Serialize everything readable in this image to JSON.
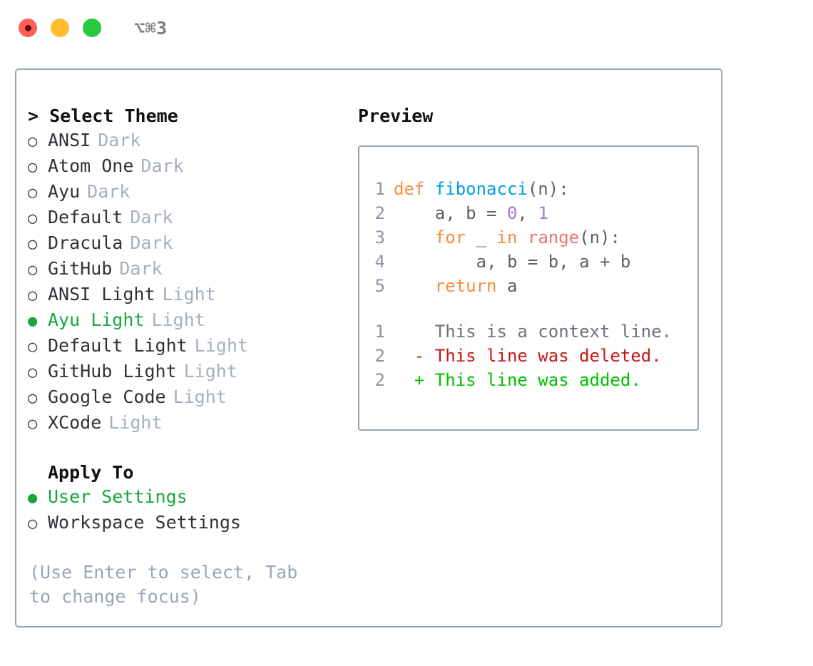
{
  "titlebar": {
    "shortcut": "⌥⌘3",
    "buttons": [
      {
        "name": "close",
        "color": "#ff5f57"
      },
      {
        "name": "minimize",
        "color": "#ffbd2e"
      },
      {
        "name": "zoom",
        "color": "#28c840"
      }
    ]
  },
  "theme_section": {
    "title": "> Select Theme",
    "items": [
      {
        "marker": "○",
        "label": "ANSI",
        "suffix": "Dark",
        "selected": false
      },
      {
        "marker": "○",
        "label": "Atom One",
        "suffix": "Dark",
        "selected": false
      },
      {
        "marker": "○",
        "label": "Ayu",
        "suffix": "Dark",
        "selected": false
      },
      {
        "marker": "○",
        "label": "Default",
        "suffix": "Dark",
        "selected": false
      },
      {
        "marker": "○",
        "label": "Dracula",
        "suffix": "Dark",
        "selected": false
      },
      {
        "marker": "○",
        "label": "GitHub",
        "suffix": "Dark",
        "selected": false
      },
      {
        "marker": "○",
        "label": "ANSI Light",
        "suffix": "Light",
        "selected": false
      },
      {
        "marker": "●",
        "label": "Ayu Light",
        "suffix": "Light",
        "selected": true
      },
      {
        "marker": "○",
        "label": "Default Light",
        "suffix": "Light",
        "selected": false
      },
      {
        "marker": "○",
        "label": "GitHub Light",
        "suffix": "Light",
        "selected": false
      },
      {
        "marker": "○",
        "label": "Google Code",
        "suffix": "Light",
        "selected": false
      },
      {
        "marker": "○",
        "label": "XCode",
        "suffix": "Light",
        "selected": false
      }
    ]
  },
  "apply_section": {
    "title": "Apply To",
    "items": [
      {
        "marker": "●",
        "label": "User Settings",
        "selected": true
      },
      {
        "marker": "○",
        "label": "Workspace Settings",
        "selected": false
      }
    ]
  },
  "hint": "(Use Enter to select, Tab to change focus)",
  "preview": {
    "title": "Preview",
    "code_lines": [
      {
        "number": "1",
        "tokens": [
          {
            "text": "def ",
            "type": "kw"
          },
          {
            "text": "fibonacci",
            "type": "fn"
          },
          {
            "text": "(n):",
            "type": "pl"
          }
        ]
      },
      {
        "number": "2",
        "tokens": [
          {
            "text": "    a, b = ",
            "type": "pl"
          },
          {
            "text": "0",
            "type": "num"
          },
          {
            "text": ", ",
            "type": "pl"
          },
          {
            "text": "1",
            "type": "num"
          }
        ]
      },
      {
        "number": "3",
        "tokens": [
          {
            "text": "    ",
            "type": "pl"
          },
          {
            "text": "for",
            "type": "kw"
          },
          {
            "text": " _ ",
            "type": "pl"
          },
          {
            "text": "in",
            "type": "kw"
          },
          {
            "text": " ",
            "type": "pl"
          },
          {
            "text": "range",
            "type": "bi"
          },
          {
            "text": "(n):",
            "type": "pl"
          }
        ]
      },
      {
        "number": "4",
        "tokens": [
          {
            "text": "        a, b = b, a + b",
            "type": "pl"
          }
        ]
      },
      {
        "number": "5",
        "tokens": [
          {
            "text": "    ",
            "type": "pl"
          },
          {
            "text": "return",
            "type": "kw"
          },
          {
            "text": " a",
            "type": "pl"
          }
        ]
      }
    ],
    "diff_lines": [
      {
        "number": "1",
        "sign": " ",
        "text": " This is a context line.",
        "kind": "context"
      },
      {
        "number": "2",
        "sign": "-",
        "text": " This line was deleted.",
        "kind": "del"
      },
      {
        "number": "2",
        "sign": "+",
        "text": " This line was added.",
        "kind": "add"
      }
    ]
  },
  "colors": {
    "selection_green": "#16a83c",
    "border": "#9aa6b8",
    "muted": "#a6b0bf",
    "gutter": "#8a94a6",
    "keyword": "#fa8d3e",
    "function": "#00a0e4",
    "number": "#a37acc",
    "builtin": "#f07171",
    "plain": "#5c6166",
    "diff_add": "#00c000",
    "diff_del": "#c41a16"
  }
}
